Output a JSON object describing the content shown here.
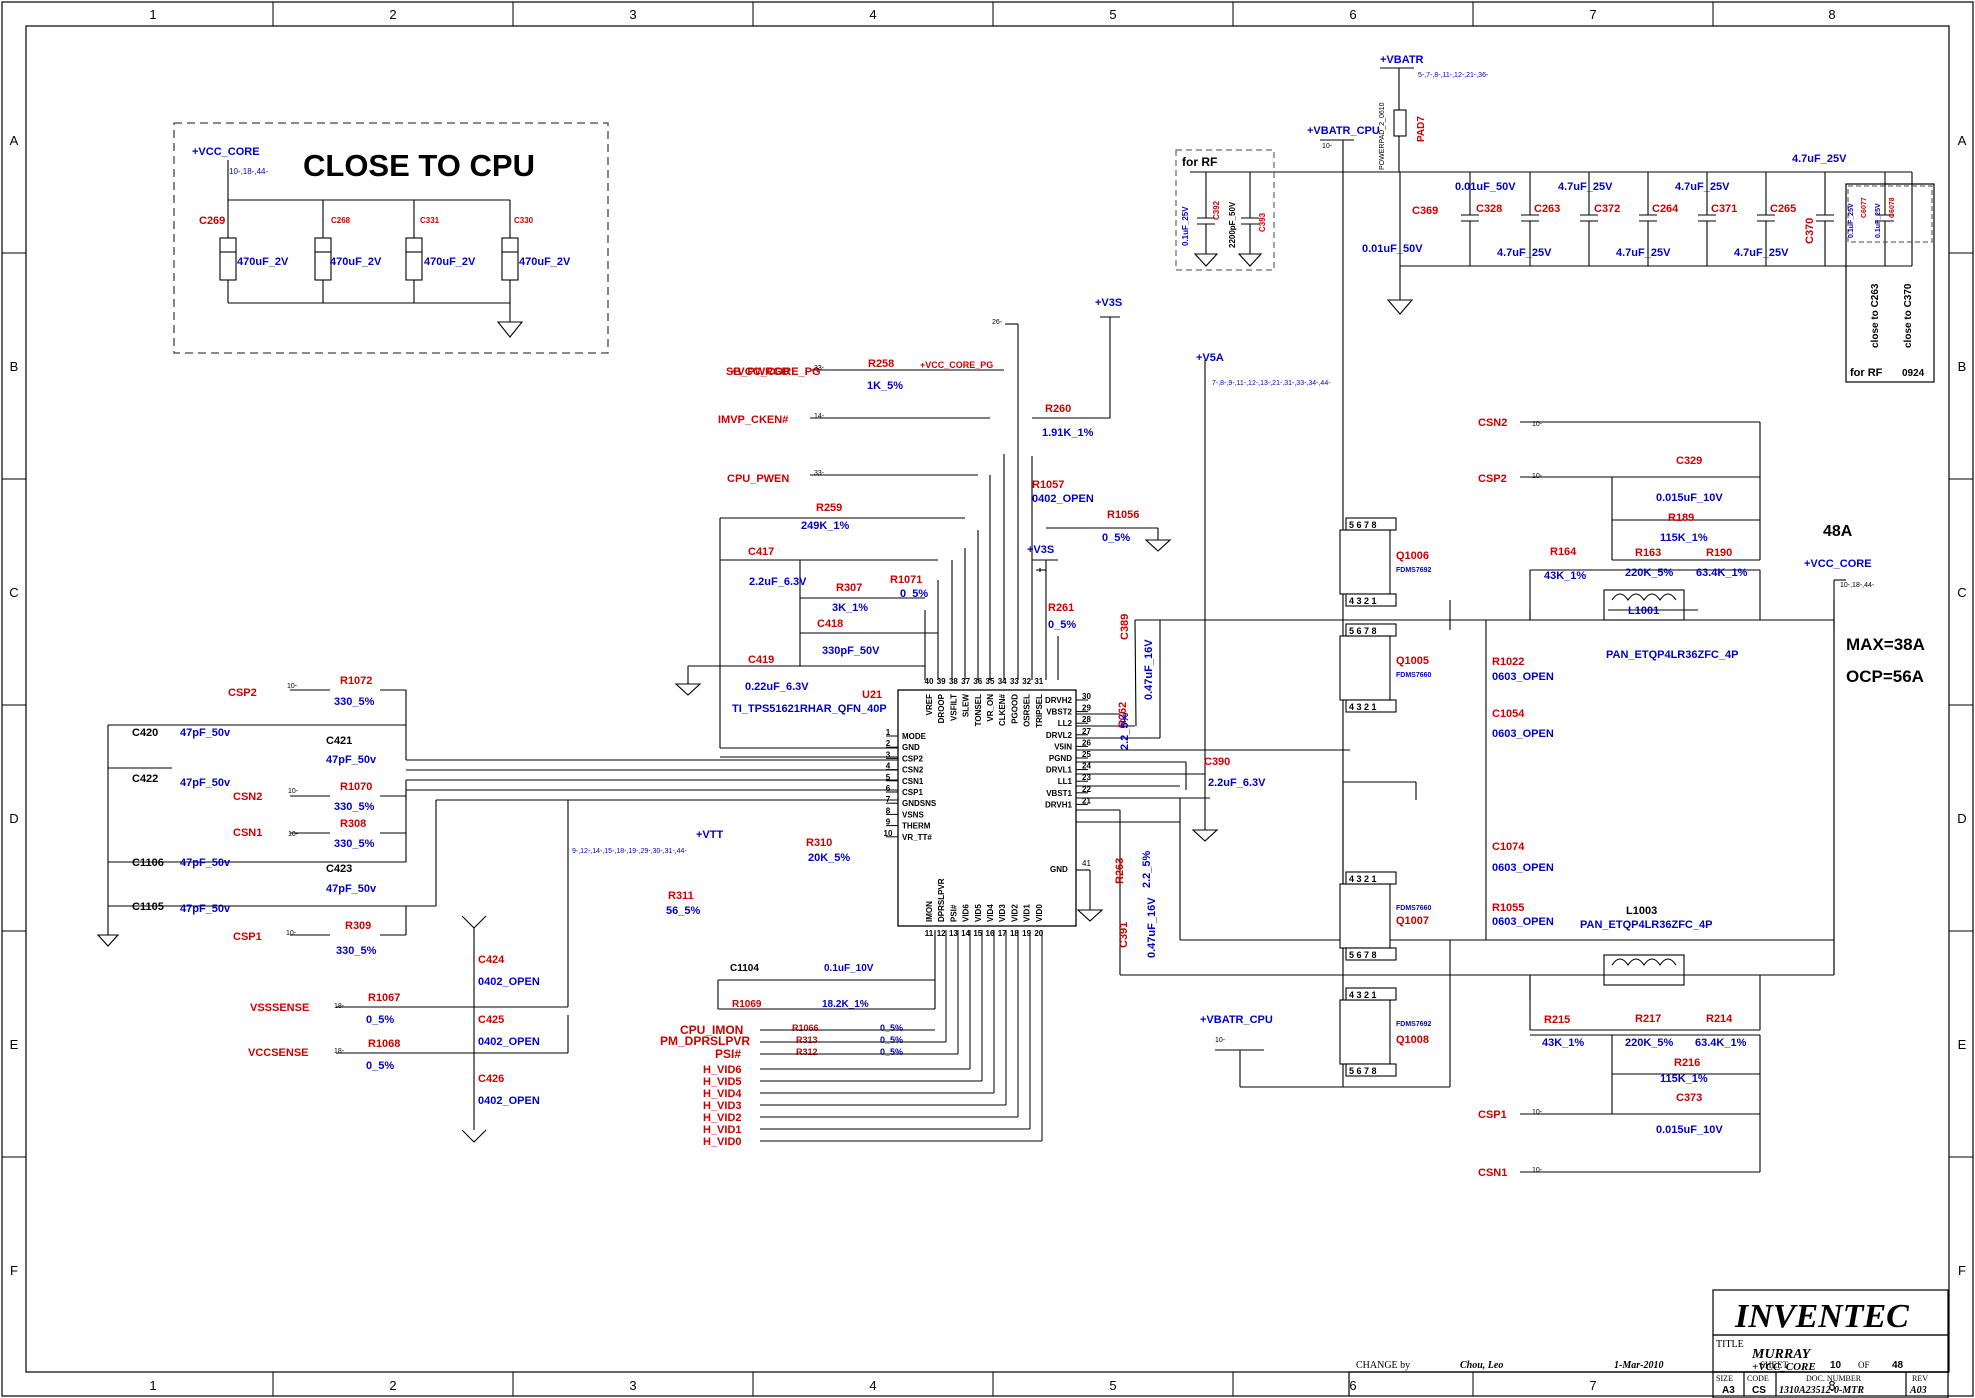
{
  "border": {
    "columns": [
      "1",
      "2",
      "3",
      "4",
      "5",
      "6",
      "7",
      "8"
    ],
    "rows": [
      "A",
      "B",
      "C",
      "D",
      "E",
      "F"
    ]
  },
  "notes": {
    "close_to_cpu": "CLOSE TO CPU",
    "for_rf": "for RF",
    "for_rf_2": "for RF",
    "code_0924": "0924",
    "close_c263": "close to C263",
    "close_c370": "close to C370",
    "current_48a": "48A",
    "max": "MAX=38A",
    "ocp": "OCP=56A"
  },
  "rails": {
    "vcc_core_tl": "+VCC_CORE",
    "vcc_core_tl_ref": "10-,18-,44-",
    "vbatr": "+VBATR",
    "vbatr_ref": "5-,7-,8-,11-,12-,21-,36-",
    "vbatr_cpu": "+VBATR_CPU",
    "vbatr_cpu_ref": "10-",
    "v3s_a": "+V3S",
    "v3s_b": "+V3S",
    "v5a": "+V5A",
    "v5a_ref": "7-,8-,9-,11-,12-,13-,21-,31-,33-,34-,44-",
    "vcc_core_r": "+VCC_CORE",
    "vcc_core_r_ref": "10-,18-,44-",
    "vtt": "+VTT",
    "vtt_ref": "9-,12-,14-,15-,18-,19-,29-,30-,31-,44-",
    "vbatr_cpu2": "+VBATR_CPU",
    "vbatr_cpu2_ref": "10-"
  },
  "nets": {
    "vcc_core_pg": "+VCC_CORE_PG",
    "vcc_core_pg_ref": "26-",
    "vcc_core_pg_wire": "+VCC_CORE_PG",
    "sb_pwrgd": "SB_PWRGD",
    "sb_pwrgd_ref": "33-",
    "imvp_ckenb": "IMVP_CKEN#",
    "imvp_ckenb_ref": "14-",
    "cpu_pwen": "CPU_PWEN",
    "cpu_pwen_ref": "33-",
    "csp2": "CSP2",
    "csn2": "CSN2",
    "csn1": "CSN1",
    "csp1": "CSP1",
    "csn2_r": "CSN2",
    "csp2_r": "CSP2",
    "csp1_r": "CSP1",
    "csn1_r": "CSN1",
    "ref10": "10-",
    "vsssense": "VSSSENSE",
    "vccsense": "VCCSENSE",
    "ref18": "18-",
    "cpu_imon": "CPU_IMON",
    "pm_dprslpvr": "PM_DPRSLPVR",
    "psib": "PSI#",
    "h_vid6": "H_VID6",
    "h_vid5": "H_VID5",
    "h_vid4": "H_VID4",
    "h_vid3": "H_VID3",
    "h_vid2": "H_VID2",
    "h_vid1": "H_VID1",
    "h_vid0": "H_VID0"
  },
  "caps_tl": [
    {
      "ref": "C269",
      "value": "470uF_2V"
    },
    {
      "ref": "C268",
      "value": "470uF_2V"
    },
    {
      "ref": "C331",
      "value": "470uF_2V"
    },
    {
      "ref": "C330",
      "value": "470uF_2V"
    }
  ],
  "parts": {
    "r258": "R258",
    "r258_v": "1K_5%",
    "r260": "R260",
    "r260_v": "1.91K_1%",
    "r1057": "R1057",
    "r1057_v": "0402_OPEN",
    "r1056": "R1056",
    "r1056_v": "0_5%",
    "r261": "R261",
    "r261_v": "0_5%",
    "r259": "R259",
    "r259_v": "249K_1%",
    "c417": "C417",
    "c417_v": "2.2uF_6.3V",
    "r307": "R307",
    "r307_v": "3K_1%",
    "r1071": "R1071",
    "r1071_v": "0_5%",
    "c418": "C418",
    "c418_v": "330pF_50V",
    "c419": "C419",
    "c419_v": "0.22uF_6.3V",
    "u21": "U21",
    "u21_v": "TI_TPS51621RHAR_QFN_40P",
    "r1072": "R1072",
    "r1072_v": "330_5%",
    "c420": "C420",
    "c420_v": "47pF_50v",
    "c421": "C421",
    "c421_v": "47pF_50v",
    "c422": "C422",
    "c422_v": "47pF_50v",
    "r1070": "R1070",
    "r1070_v": "330_5%",
    "r308": "R308",
    "r308_v": "330_5%",
    "c1106": "C1106",
    "c1106_v": "47pF_50v",
    "c423": "C423",
    "c423_v": "47pF_50v",
    "c1105": "C1105",
    "c1105_v": "47pF_50v",
    "r309": "R309",
    "r309_v": "330_5%",
    "r310": "R310",
    "r310_v": "20K_5%",
    "r311": "R311",
    "r311_v": "56_5%",
    "c424": "C424",
    "c424_v": "0402_OPEN",
    "c425": "C425",
    "c425_v": "0402_OPEN",
    "c426": "C426",
    "c426_v": "0402_OPEN",
    "r1067": "R1067",
    "r1067_v": "0_5%",
    "r1068": "R1068",
    "r1068_v": "0_5%",
    "c1104": "C1104",
    "c1104_v": "0.1uF_10V",
    "r1069": "R1069",
    "r1069_v": "18.2K_1%",
    "r1066": "R1066",
    "r1066_v": "0_5%",
    "r313": "R313",
    "r313_v": "0_5%",
    "r312": "R312",
    "r312_v": "0_5%",
    "c389": "C389",
    "c389_v": "0.47uF_16V",
    "r262": "R262",
    "r262_v": "2.2_5%",
    "c390": "C390",
    "c390_v": "2.2uF_6.3V",
    "r263": "R263",
    "r263_v": "2.2_5%",
    "c391": "C391",
    "c391_v": "0.47uF_16V",
    "q1006": "Q1006",
    "q1006_v": "FDMS7692",
    "q1005": "Q1005",
    "q1005_v": "FDMS7660",
    "q1007": "Q1007",
    "q1007_v": "FDMS7660",
    "q1008": "Q1008",
    "q1008_v": "FDMS7692",
    "r1022": "R1022",
    "r1022_v": "0603_OPEN",
    "c1054": "C1054",
    "c1054_v": "0603_OPEN",
    "c1074": "C1074",
    "c1074_v": "0603_OPEN",
    "r1055": "R1055",
    "r1055_v": "0603_OPEN",
    "c329": "C329",
    "c329_v": "0.015uF_10V",
    "r189": "R189",
    "r189_v": "115K_1%",
    "r164": "R164",
    "r164_v": "43K_1%",
    "r163": "R163",
    "r163_v": "220K_5%",
    "r190": "R190",
    "r190_v": "63.4K_1%",
    "l1001": "L1001",
    "l1001_v": "PAN_ETQP4LR36ZFC_4P",
    "l1003": "L1003",
    "l1003_v": "PAN_ETQP4LR36ZFC_4P",
    "r215": "R215",
    "r215_v": "43K_1%",
    "r217": "R217",
    "r217_v": "220K_5%",
    "r214": "R214",
    "r214_v": "63.4K_1%",
    "r216": "R216",
    "r216_v": "115K_1%",
    "c373": "C373",
    "c373_v": "0.015uF_10V",
    "pad7": "PAD7",
    "pad7_v": "POWERPAD_2_0610",
    "c369": "C369",
    "c369_v": "0.01uF_50V",
    "c328": "C328",
    "c328_v": "0.01uF_50V",
    "c263": "C263",
    "c263_v": "4.7uF_25V",
    "c372": "C372",
    "c372_v": "4.7uF_25V",
    "c264": "C264",
    "c264_v": "4.7uF_25V",
    "c371": "C371",
    "c371_v": "4.7uF_25V",
    "c265": "C265",
    "c265_v": "4.7uF_25V",
    "c370": "C370",
    "c370_v": "4.7uF_25V",
    "c392": "C392",
    "c392_v": "0.1uF_25V",
    "c393": "C393",
    "c393_v": "2200pF_50V",
    "c6077": "C6077",
    "c6077_v": "0.1uF_25V",
    "c6078": "C6078",
    "c6078_v": "0.1uF_25V"
  },
  "u21_pins_left": [
    {
      "n": "1",
      "name": "MODE"
    },
    {
      "n": "2",
      "name": "GND"
    },
    {
      "n": "3",
      "name": "CSP2"
    },
    {
      "n": "4",
      "name": "CSN2"
    },
    {
      "n": "5",
      "name": "CSN1"
    },
    {
      "n": "6",
      "name": "CSP1"
    },
    {
      "n": "7",
      "name": "GNDSNS"
    },
    {
      "n": "8",
      "name": "VSNS"
    },
    {
      "n": "9",
      "name": "THERM"
    },
    {
      "n": "10",
      "name": "VR_TT#"
    }
  ],
  "u21_pins_right": [
    {
      "n": "30",
      "name": "DRVH2"
    },
    {
      "n": "29",
      "name": "VBST2"
    },
    {
      "n": "28",
      "name": "LL2"
    },
    {
      "n": "27",
      "name": "DRVL2"
    },
    {
      "n": "26",
      "name": "V5IN"
    },
    {
      "n": "25",
      "name": "PGND"
    },
    {
      "n": "24",
      "name": "DRVL1"
    },
    {
      "n": "23",
      "name": "LL1"
    },
    {
      "n": "22",
      "name": "VBST1"
    },
    {
      "n": "21",
      "name": "DRVH1"
    }
  ],
  "u21_pins_top": [
    {
      "n": "40",
      "name": "VREF"
    },
    {
      "n": "39",
      "name": "DROOP"
    },
    {
      "n": "38",
      "name": "VSFILT"
    },
    {
      "n": "37",
      "name": "SLEW"
    },
    {
      "n": "36",
      "name": "TONSEL"
    },
    {
      "n": "35",
      "name": "VR_ON"
    },
    {
      "n": "34",
      "name": "CLKEN#"
    },
    {
      "n": "33",
      "name": "PGOOD"
    },
    {
      "n": "32",
      "name": "OSRSEL"
    },
    {
      "n": "31",
      "name": "TRIPSEL"
    }
  ],
  "u21_pins_bottom": [
    {
      "n": "11",
      "name": "IMON"
    },
    {
      "n": "12",
      "name": "DPRSLPVR"
    },
    {
      "n": "13",
      "name": "PSI#"
    },
    {
      "n": "14",
      "name": "VID6"
    },
    {
      "n": "15",
      "name": "VID5"
    },
    {
      "n": "16",
      "name": "VID4"
    },
    {
      "n": "17",
      "name": "VID3"
    },
    {
      "n": "18",
      "name": "VID2"
    },
    {
      "n": "19",
      "name": "VID1"
    },
    {
      "n": "20",
      "name": "VID0"
    }
  ],
  "u21_pin41": "41",
  "u21_pin41_name": "GND",
  "title_block": {
    "company": "INVENTEC",
    "title_label": "TITLE",
    "title": "MURRAY",
    "subtitle": "+VCC_CORE",
    "size_label": "SIZE",
    "size": "A3",
    "code_label": "CODE",
    "code": "CS",
    "doc_label": "DOC. NUMBER",
    "doc": "1310A23512-0-MTR",
    "rev_label": "REV",
    "rev": "A03",
    "change_label": "CHANGE by",
    "author": "Chou, Leo",
    "date": "1-Mar-2010",
    "sheet_label": "SHEET",
    "sheet": "10",
    "of_label": "OF",
    "total": "48"
  }
}
